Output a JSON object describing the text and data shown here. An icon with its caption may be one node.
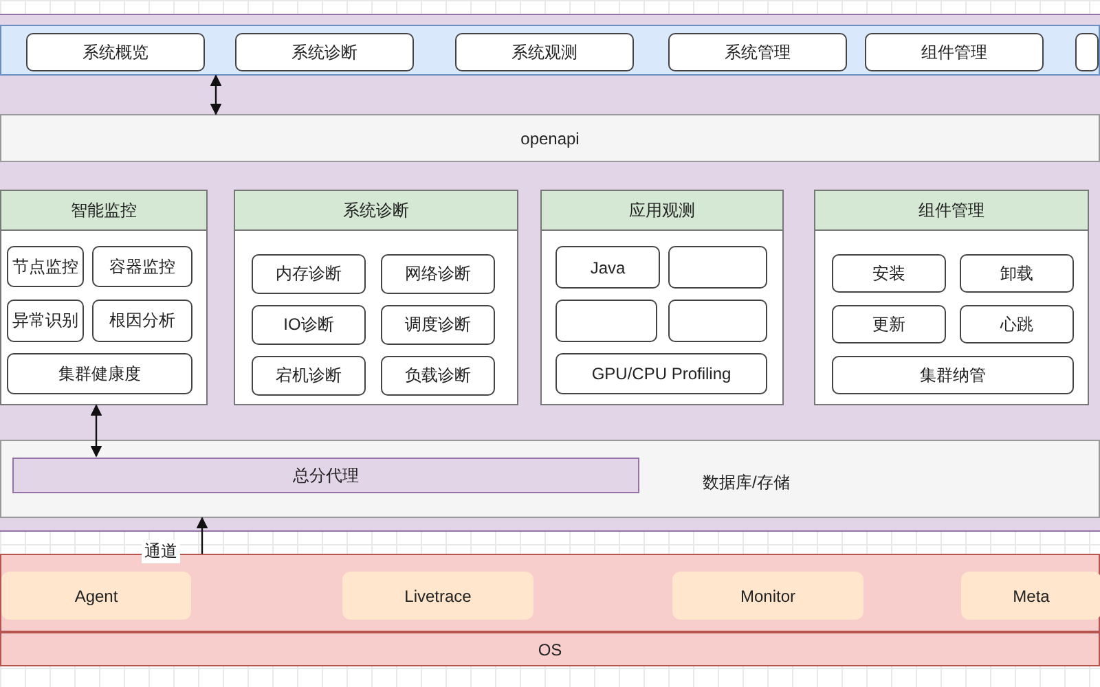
{
  "diagram": {
    "nodes": [
      {
        "text": [],
        "shape": "box"
      },
      {
        "text": [
          "系统概览"
        ],
        "in": 0
      },
      {
        "text": [
          "系统诊断"
        ],
        "in": 0
      },
      {
        "text": [
          "系统观测"
        ],
        "in": 0
      },
      {
        "text": [
          "系统管理"
        ],
        "in": 0
      },
      {
        "text": [
          "组件管理"
        ],
        "in": 0
      },
      {
        "text": [],
        "shape": "box",
        "in": 0
      },
      {
        "text": [
          "openapi"
        ]
      },
      {
        "text": [
          "智能监控"
        ]
      },
      {
        "text": [
          "节点监控"
        ],
        "in": 8
      },
      {
        "text": [
          "容器监控"
        ],
        "in": 8
      },
      {
        "text": [
          "异常识别"
        ],
        "in": 8
      },
      {
        "text": [
          "根因分析"
        ],
        "in": 8
      },
      {
        "text": [
          "集群健康度"
        ],
        "in": 8
      },
      {
        "text": [
          "系统诊断"
        ]
      },
      {
        "text": [
          "内存诊断"
        ],
        "in": 14
      },
      {
        "text": [
          "网络诊断"
        ],
        "in": 14
      },
      {
        "text": [
          "IO诊断"
        ],
        "in": 14
      },
      {
        "text": [
          "调度诊断"
        ],
        "in": 14
      },
      {
        "text": [
          "宕机诊断"
        ],
        "in": 14
      },
      {
        "text": [
          "负载诊断"
        ],
        "in": 14
      },
      {
        "text": [
          "应用观测"
        ]
      },
      {
        "text": [
          "Java"
        ],
        "in": 21
      },
      {
        "text": [],
        "shape": "box",
        "in": 21
      },
      {
        "text": [],
        "shape": "box",
        "in": 21
      },
      {
        "text": [],
        "shape": "box",
        "in": 21
      },
      {
        "text": [
          "GPU/CPU Profiling"
        ],
        "in": 21
      },
      {
        "text": [
          "组件管理"
        ]
      },
      {
        "text": [
          "安装"
        ],
        "in": 27
      },
      {
        "text": [
          "卸载"
        ],
        "in": 27
      },
      {
        "text": [
          "更新"
        ],
        "in": 27
      },
      {
        "text": [
          "心跳"
        ],
        "in": 27
      },
      {
        "text": [
          "集群纳管"
        ],
        "in": 27
      },
      {
        "text": [
          "数据库/存储"
        ]
      },
      {
        "text": [
          "总分代理"
        ],
        "in": 33
      },
      {
        "text": [],
        "shape": "box"
      },
      {
        "text": [
          "Agent"
        ],
        "in": 35
      },
      {
        "text": [
          "Livetrace"
        ],
        "in": 35
      },
      {
        "text": [
          "Monitor"
        ],
        "in": 35
      },
      {
        "text": [
          "Meta"
        ],
        "in": 35
      },
      {
        "text": [
          "OS"
        ]
      }
    ],
    "edges": [
      {
        "from": 0,
        "to": 7,
        "arrow": "both"
      },
      {
        "from": 8,
        "to": 34,
        "arrow": "both"
      },
      {
        "from": 35,
        "to": 33,
        "arrow": "to",
        "label": "通道"
      }
    ]
  }
}
